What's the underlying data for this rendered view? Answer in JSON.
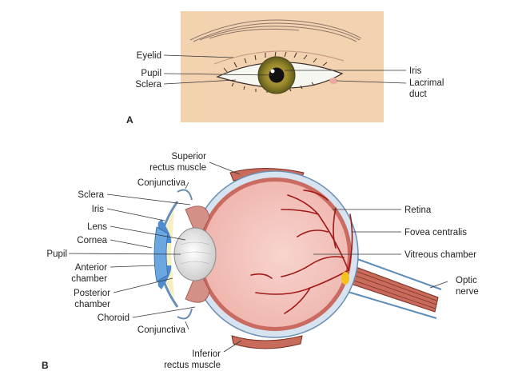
{
  "panel_a": {
    "letter": "A",
    "labels": {
      "eyelid": "Eyelid",
      "pupil": "Pupil",
      "sclera": "Sclera",
      "iris": "Iris",
      "lacrimal_duct_1": "Lacrimal",
      "lacrimal_duct_2": "duct"
    }
  },
  "panel_b": {
    "letter": "B",
    "labels": {
      "superior_rectus_1": "Superior",
      "superior_rectus_2": "rectus muscle",
      "conjunctiva_top": "Conjunctiva",
      "sclera": "Sclera",
      "iris": "Iris",
      "lens": "Lens",
      "cornea": "Cornea",
      "pupil": "Pupil",
      "anterior_chamber_1": "Anterior",
      "anterior_chamber_2": "chamber",
      "posterior_chamber_1": "Posterior",
      "posterior_chamber_2": "chamber",
      "choroid": "Choroid",
      "conjunctiva_bottom": "Conjunctiva",
      "inferior_rectus_1": "Inferior",
      "inferior_rectus_2": "rectus muscle",
      "retina": "Retina",
      "fovea_centralis": "Fovea centralis",
      "vitreous_chamber": "Vitreous chamber",
      "optic_nerve_1": "Optic",
      "optic_nerve_2": "nerve"
    }
  },
  "colors": {
    "skin": "#f3d2b0",
    "iris": "#9a8a2c",
    "sclera_layer": "#d7e3ef",
    "choroid": "#c96b60",
    "retina_fill": "#f3c3bd",
    "vessel": "#a01818",
    "muscle": "#c86b5a",
    "fovea": "#f5c21b"
  }
}
